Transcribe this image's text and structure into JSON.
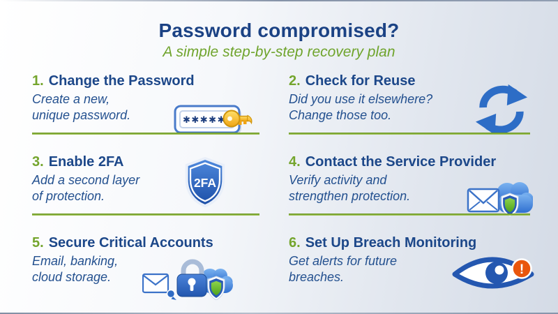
{
  "header": {
    "title": "Password compromised?",
    "subtitle": "A simple step-by-step recovery plan"
  },
  "steps": [
    {
      "number": "1.",
      "title": "Change the Password",
      "description": "Create a new,\nunique password.",
      "icon": "password-field-key-icon"
    },
    {
      "number": "2.",
      "title": "Check for Reuse",
      "description": "Did you use it elsewhere?\nChange those too.",
      "icon": "sync-arrows-icon"
    },
    {
      "number": "3.",
      "title": "Enable 2FA",
      "description": "Add a second layer\nof protection.",
      "icon": "2fa-shield-icon",
      "icon_label": "2FA"
    },
    {
      "number": "4.",
      "title": "Contact the Service Provider",
      "description": "Verify activity and\nstrengthen protection.",
      "icon": "mail-shield-cloud-icon"
    },
    {
      "number": "5.",
      "title": "Secure Critical Accounts",
      "description": "Email, banking,\ncloud storage.",
      "icon": "lock-mail-shield-cloud-icon"
    },
    {
      "number": "6.",
      "title": "Set Up Breach Monitoring",
      "description": "Get alerts for future\nbreaches.",
      "icon": "eye-alert-icon",
      "badge_label": "!"
    }
  ],
  "icons": {
    "password_mask": "✱✱✱✱✱"
  },
  "colors": {
    "title_navy": "#1b4284",
    "text_navy": "#23508f",
    "accent_green": "#74a52d",
    "divider_green": "#87b03a",
    "icon_blue": "#2d6dc6",
    "shield_blue_dark": "#1c4ea6",
    "key_gold": "#f5b81f",
    "alert_orange": "#e9560d",
    "background_light": "#ffffff",
    "background_shade": "#d4dbe6"
  }
}
